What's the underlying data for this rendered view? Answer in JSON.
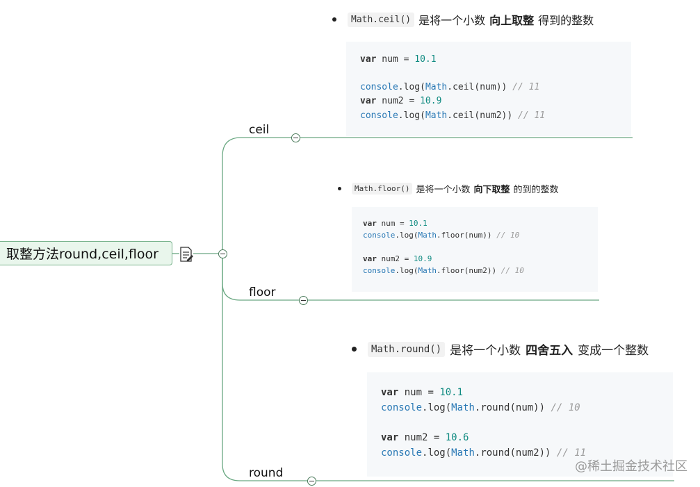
{
  "root": {
    "label": "取整方法round,ceil,floor"
  },
  "branches": [
    {
      "id": "ceil",
      "label": "ceil",
      "method": "Math.ceil()",
      "desc_prefix": "是将一个小数",
      "desc_bold": "向上取整",
      "desc_suffix": "得到的整数",
      "code": [
        [
          {
            "t": "kw",
            "v": "var"
          },
          {
            "t": "var",
            "v": " num = "
          },
          {
            "t": "num",
            "v": "10.1"
          }
        ],
        [],
        [
          {
            "t": "fn",
            "v": "console"
          },
          {
            "t": "var",
            "v": ".log("
          },
          {
            "t": "obj",
            "v": "Math"
          },
          {
            "t": "var",
            "v": ".ceil(num)) "
          },
          {
            "t": "cmt",
            "v": "// 11"
          }
        ],
        [
          {
            "t": "kw",
            "v": "var"
          },
          {
            "t": "var",
            "v": " num2 = "
          },
          {
            "t": "num",
            "v": "10.9"
          }
        ],
        [
          {
            "t": "fn",
            "v": "console"
          },
          {
            "t": "var",
            "v": ".log("
          },
          {
            "t": "obj",
            "v": "Math"
          },
          {
            "t": "var",
            "v": ".ceil(num2)) "
          },
          {
            "t": "cmt",
            "v": "// 11"
          }
        ]
      ]
    },
    {
      "id": "floor",
      "label": "floor",
      "method": "Math.floor()",
      "desc_prefix": "是将一个小数",
      "desc_bold": "向下取整",
      "desc_suffix": "的到的整数",
      "code": [
        [
          {
            "t": "kw",
            "v": "var"
          },
          {
            "t": "var",
            "v": " num = "
          },
          {
            "t": "num",
            "v": "10.1"
          }
        ],
        [
          {
            "t": "fn",
            "v": "console"
          },
          {
            "t": "var",
            "v": ".log("
          },
          {
            "t": "obj",
            "v": "Math"
          },
          {
            "t": "var",
            "v": ".floor(num)) "
          },
          {
            "t": "cmt",
            "v": "// 10"
          }
        ],
        [],
        [
          {
            "t": "kw",
            "v": "var"
          },
          {
            "t": "var",
            "v": " num2 = "
          },
          {
            "t": "num",
            "v": "10.9"
          }
        ],
        [
          {
            "t": "fn",
            "v": "console"
          },
          {
            "t": "var",
            "v": ".log("
          },
          {
            "t": "obj",
            "v": "Math"
          },
          {
            "t": "var",
            "v": ".floor(num2)) "
          },
          {
            "t": "cmt",
            "v": "// 10"
          }
        ]
      ]
    },
    {
      "id": "round",
      "label": "round",
      "method": "Math.round()",
      "desc_prefix": "是将一个小数",
      "desc_bold": "四舍五入",
      "desc_suffix": "变成一个整数",
      "code": [
        [
          {
            "t": "kw",
            "v": "var"
          },
          {
            "t": "var",
            "v": " num = "
          },
          {
            "t": "num",
            "v": "10.1"
          }
        ],
        [
          {
            "t": "fn",
            "v": "console"
          },
          {
            "t": "var",
            "v": ".log("
          },
          {
            "t": "obj",
            "v": "Math"
          },
          {
            "t": "var",
            "v": ".round(num)) "
          },
          {
            "t": "cmt",
            "v": "// 10"
          }
        ],
        [],
        [
          {
            "t": "kw",
            "v": "var"
          },
          {
            "t": "var",
            "v": " num2 = "
          },
          {
            "t": "num",
            "v": "10.6"
          }
        ],
        [
          {
            "t": "fn",
            "v": "console"
          },
          {
            "t": "var",
            "v": ".log("
          },
          {
            "t": "obj",
            "v": "Math"
          },
          {
            "t": "var",
            "v": ".round(num2)) "
          },
          {
            "t": "cmt",
            "v": "// 11"
          }
        ]
      ]
    }
  ],
  "watermark": "@稀土掘金技术社区",
  "colors": {
    "connector": "#6aa882",
    "root_fill": "#e9f6ec",
    "root_border": "#77b28c",
    "code_bg": "#f6f8fa",
    "number": "#0e8a80",
    "function": "#2a79b5",
    "comment": "#9a9a9a"
  },
  "icons": {
    "root_note": "note-icon",
    "collapse": "collapse-icon"
  }
}
